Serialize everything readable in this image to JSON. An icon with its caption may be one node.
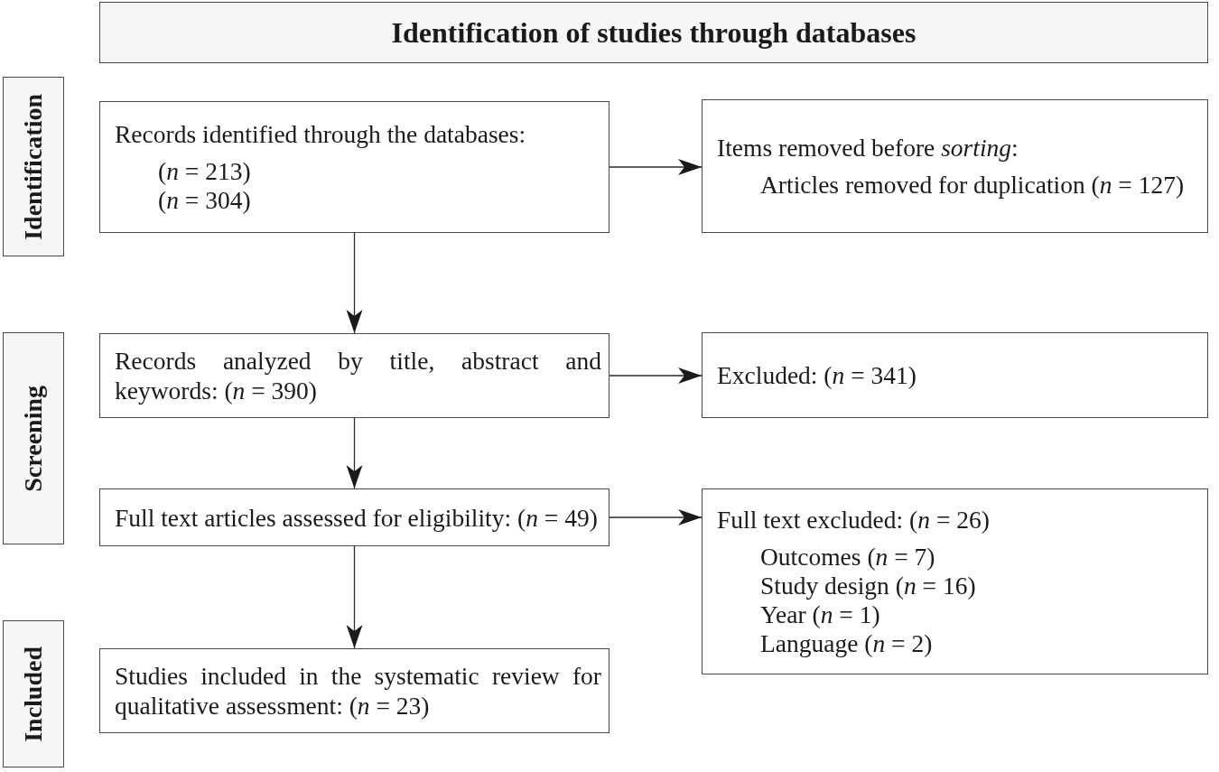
{
  "diagram": {
    "nodes": [
      {
        "text": [
          "Identification of studies through databases"
        ]
      },
      {
        "text": [
          "Identification"
        ]
      },
      {
        "text": [
          "Records identified through the databases:",
          "(*n* = 213)",
          "(*n* = 304)"
        ]
      },
      {
        "text": [
          "Items removed before *sorting*:",
          "Articles removed for duplication (*n* = 127)"
        ]
      },
      {
        "text": [
          "Screening"
        ]
      },
      {
        "text": [
          "Records analyzed by title, abstract and keywords: (*n* = 390)"
        ]
      },
      {
        "text": [
          "Excluded: (*n* = 341)"
        ]
      },
      {
        "text": [
          "Full text articles assessed for eligibility: (*n* = 49)"
        ]
      },
      {
        "text": [
          "Full text excluded: (*n* = 26)",
          "Outcomes (*n* = 7)",
          "Study design (*n* = 16)",
          "Year (*n* = 1)",
          "Language (*n* = 2)"
        ]
      },
      {
        "text": [
          "Included"
        ]
      },
      {
        "text": [
          "Studies included in the systematic review for qualitative assessment: (*n* = 23)"
        ]
      }
    ],
    "edges": [
      {
        "from": 2,
        "to": 3,
        "arrow": "to"
      },
      {
        "from": 2,
        "to": 5,
        "arrow": "to"
      },
      {
        "from": 5,
        "to": 6,
        "arrow": "to"
      },
      {
        "from": 5,
        "to": 7,
        "arrow": "to"
      },
      {
        "from": 7,
        "to": 8,
        "arrow": "to"
      },
      {
        "from": 7,
        "to": 10,
        "arrow": "to"
      }
    ]
  }
}
